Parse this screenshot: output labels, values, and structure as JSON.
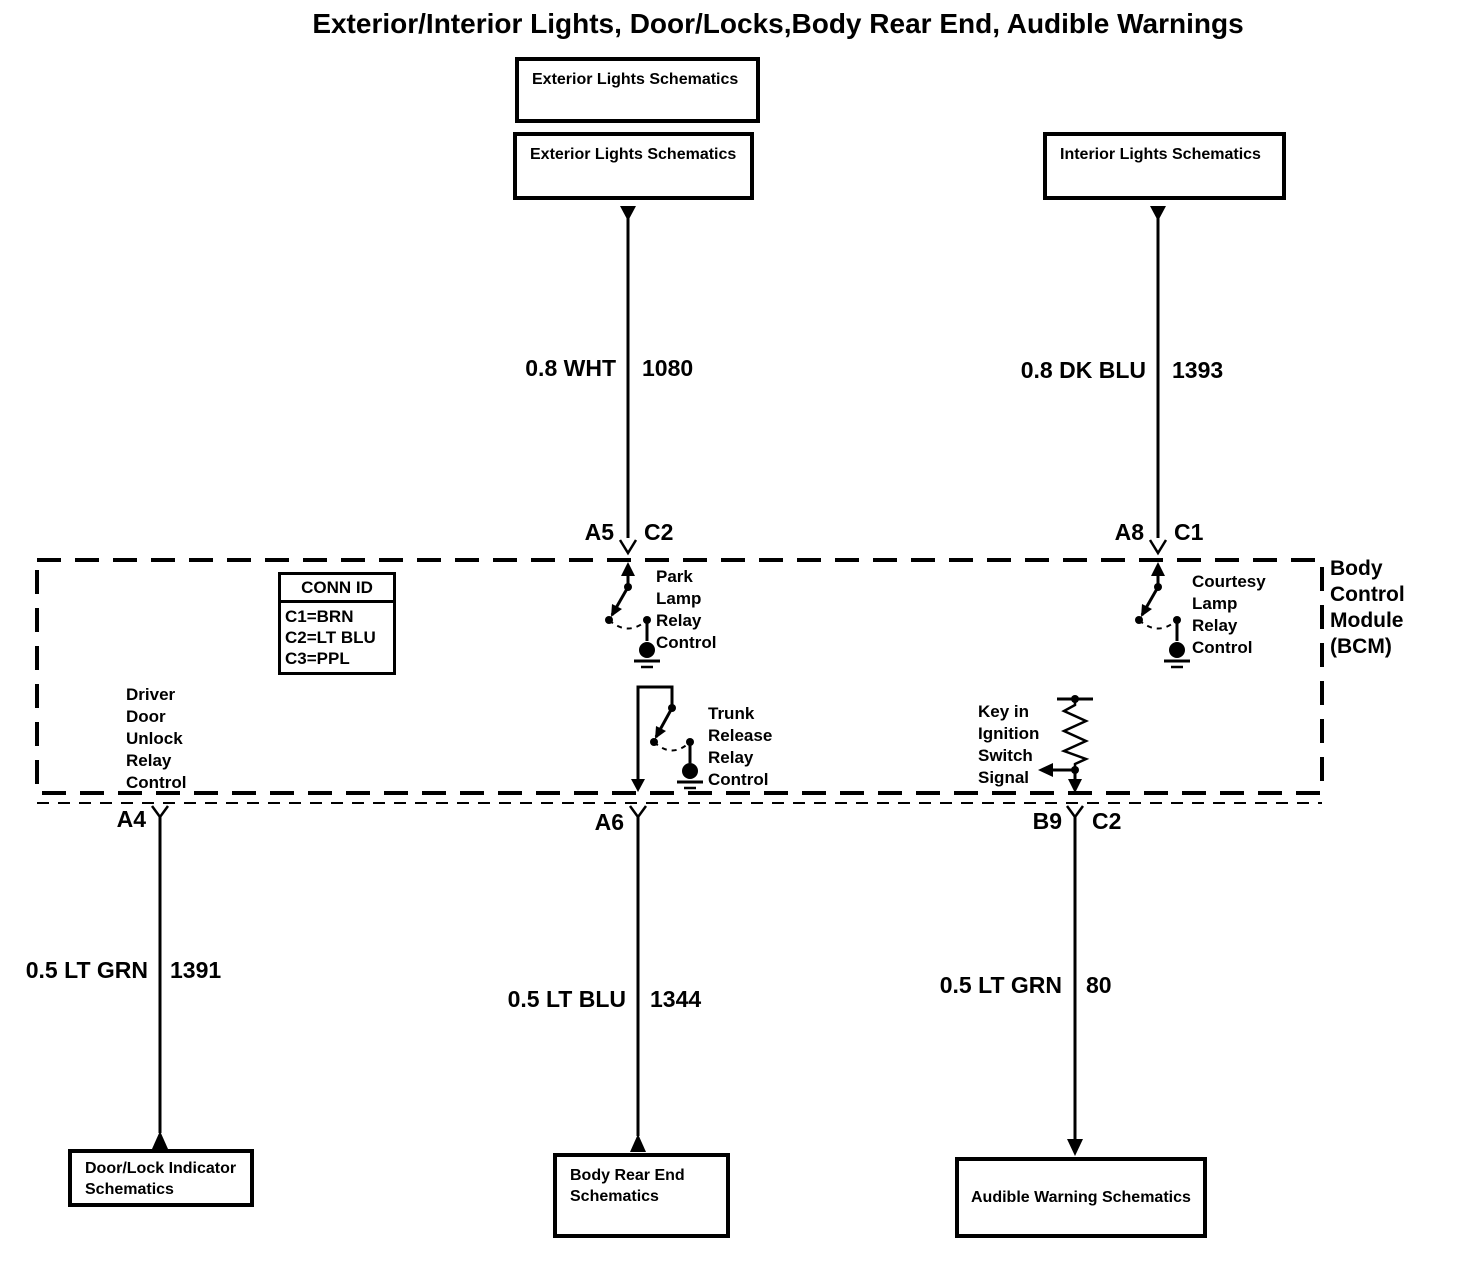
{
  "title": "Exterior/Interior Lights, Door/Locks,Body Rear End, Audible Warnings",
  "schematic_boxes": {
    "exterior_lights_top": "Exterior Lights Schematics",
    "exterior_lights": "Exterior Lights Schematics",
    "interior_lights": "Interior Lights Schematics",
    "door_lock_indicator": "Door/Lock Indicator\nSchematics",
    "body_rear_end": "Body Rear End\nSchematics",
    "audible_warning": "Audible Warning Schematics"
  },
  "wire_labels": {
    "exterior": {
      "spec": "0.8 WHT",
      "circuit": "1080"
    },
    "interior": {
      "spec": "0.8 DK BLU",
      "circuit": "1393"
    },
    "door_lock": {
      "spec": "0.5 LT GRN",
      "circuit": "1391"
    },
    "trunk": {
      "spec": "0.5 LT BLU",
      "circuit": "1344"
    },
    "key_in": {
      "spec": "0.5 LT GRN",
      "circuit": "80"
    }
  },
  "pins": {
    "a5": "A5",
    "a5_conn": "C2",
    "a8": "A8",
    "a8_conn": "C1",
    "a4": "A4",
    "a6": "A6",
    "b9": "B9",
    "b9_conn": "C2"
  },
  "bcm": {
    "name": "Body\nControl\nModule\n(BCM)",
    "conn_id_header": "CONN ID",
    "conn_id_rows": "C1=BRN\nC2=LT BLU\nC3=PPL",
    "driver_door": "Driver\nDoor\nUnlock\nRelay\nControl",
    "park_lamp": "Park\nLamp\nRelay\nControl",
    "courtesy_lamp": "Courtesy\nLamp\nRelay\nControl",
    "trunk_release": "Trunk\nRelease\nRelay\nControl",
    "key_ignition": "Key in\nIgnition\nSwitch\nSignal"
  },
  "colors": {
    "ink": "#000000",
    "paper": "#ffffff"
  }
}
